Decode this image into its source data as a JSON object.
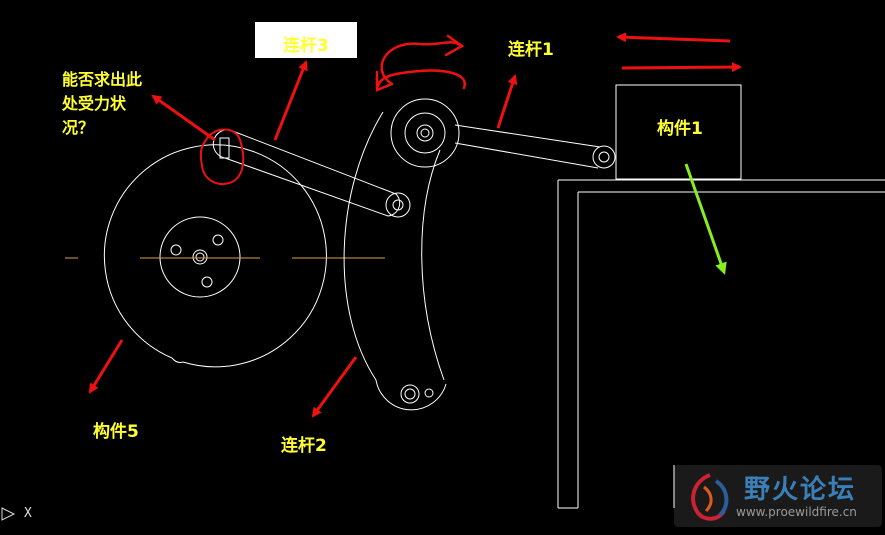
{
  "labels": {
    "link3": "连杆3",
    "link1": "连杆1",
    "link2": "连杆2",
    "part1": "构件1",
    "part5": "构件5",
    "question_line1": "能否求出此",
    "question_line2": "处受力状",
    "question_line3": "况？"
  },
  "watermark": {
    "title": "野火论坛",
    "url": "www.proewildfire.cn"
  },
  "ucs_icon": "ucs-axis-icon",
  "colors": {
    "background": "#000000",
    "lines": "#ffffff",
    "labels": "#ffff33",
    "arrows": "#ee1111",
    "highlight": "#ee1111",
    "force_arrow": "#88ee22",
    "centerline": "#d9a24a"
  }
}
